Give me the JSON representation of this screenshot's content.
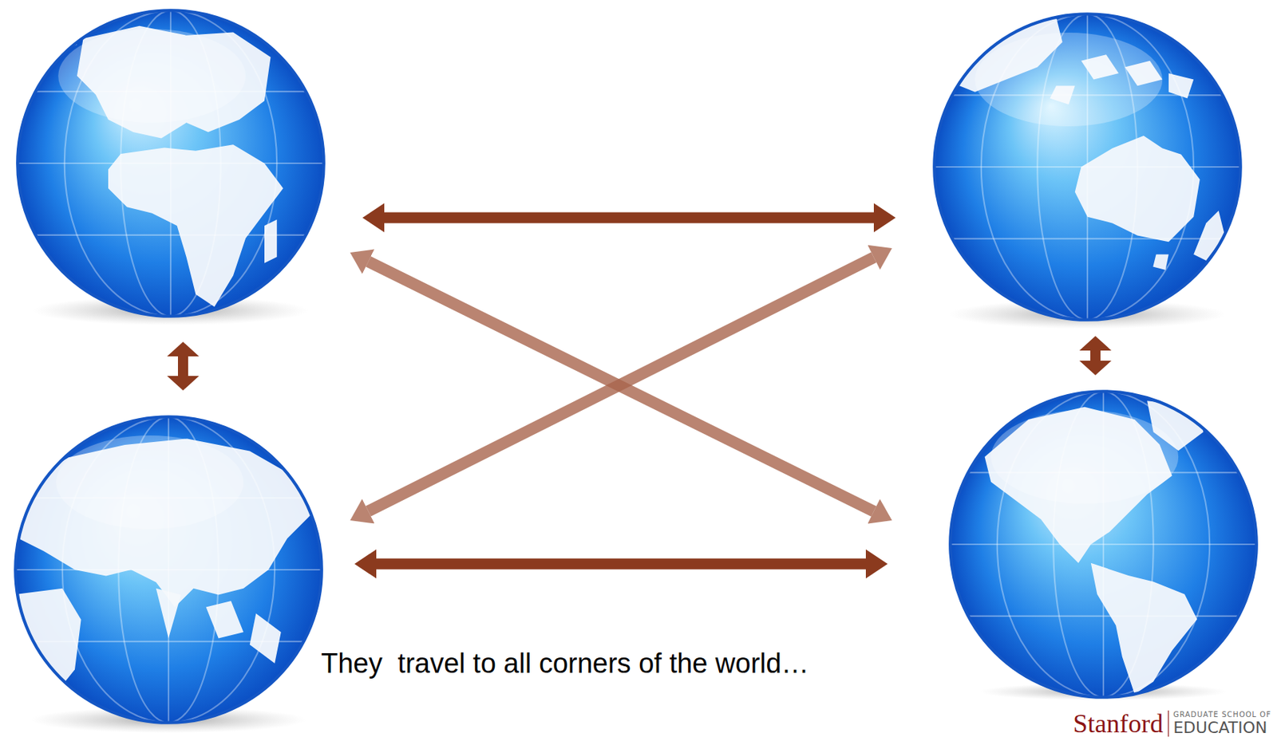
{
  "diagram": {
    "caption": "They  travel to all corners of the world…",
    "nodes": [
      {
        "text": []
      },
      {
        "text": []
      },
      {
        "text": []
      },
      {
        "text": []
      }
    ],
    "edges": [
      {
        "from": 0,
        "to": 1,
        "arrow": "both"
      },
      {
        "from": 0,
        "to": 3,
        "arrow": "both"
      },
      {
        "from": 2,
        "to": 1,
        "arrow": "both"
      },
      {
        "from": 0,
        "to": 2,
        "arrow": "both"
      },
      {
        "from": 1,
        "to": 3,
        "arrow": "both"
      },
      {
        "from": 2,
        "to": 3,
        "arrow": "both"
      }
    ],
    "labels": [
      "Stanford",
      "GRADUATE SCHOOL OF",
      "EDUCATION"
    ]
  }
}
